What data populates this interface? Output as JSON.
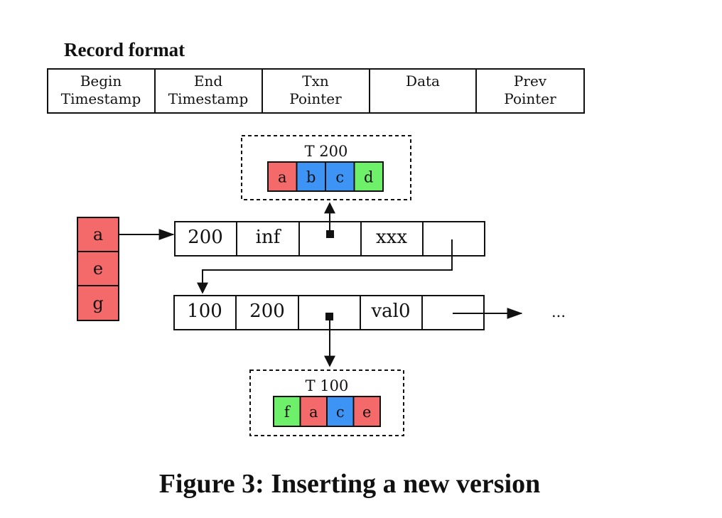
{
  "record_format": {
    "title": "Record format",
    "fields": [
      [
        "Begin",
        "Timestamp"
      ],
      [
        "End",
        "Timestamp"
      ],
      [
        "Txn",
        "Pointer"
      ],
      [
        "Data",
        ""
      ],
      [
        "Prev",
        "Pointer"
      ]
    ]
  },
  "index_keys": [
    "a",
    "e",
    "g"
  ],
  "new_version": {
    "begin": "200",
    "end": "inf",
    "data": "xxx",
    "txn": {
      "label": "T 200",
      "writes": [
        {
          "key": "a",
          "color": "#f46a6a"
        },
        {
          "key": "b",
          "color": "#3d94f5"
        },
        {
          "key": "c",
          "color": "#3d94f5"
        },
        {
          "key": "d",
          "color": "#6ef06a"
        }
      ]
    }
  },
  "old_version": {
    "begin": "100",
    "end": "200",
    "data": "val0",
    "continuation": "...",
    "txn": {
      "label": "T 100",
      "writes": [
        {
          "key": "f",
          "color": "#6ef06a"
        },
        {
          "key": "a",
          "color": "#f46a6a"
        },
        {
          "key": "c",
          "color": "#3d94f5"
        },
        {
          "key": "e",
          "color": "#f46a6a"
        }
      ]
    }
  },
  "colors": {
    "red": "#f46a6a",
    "blue": "#3d94f5",
    "green": "#6ef06a",
    "stroke": "#111111"
  },
  "caption": "Figure 3: Inserting a new version"
}
